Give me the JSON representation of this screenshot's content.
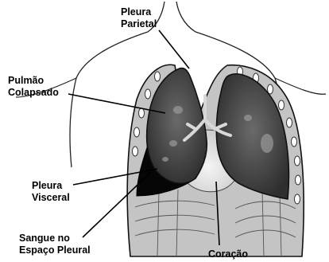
{
  "labels": {
    "pleura_parietal": [
      "Pleura",
      "Parietal"
    ],
    "pulmao_colapsado": [
      "Pulmão",
      "Colapsado"
    ],
    "pleura_visceral": [
      "Pleura",
      "Visceral"
    ],
    "sangue_espaco_pleural": [
      "Sangue no",
      "Espaço Pleural"
    ],
    "coracao": "Coração"
  },
  "colors": {
    "ink": "#000000",
    "lung": "#3a3a3a",
    "pleura_band": "#bdbdbd",
    "blood": "#050505",
    "heart": "#e6e6e6",
    "background": "#ffffff"
  }
}
